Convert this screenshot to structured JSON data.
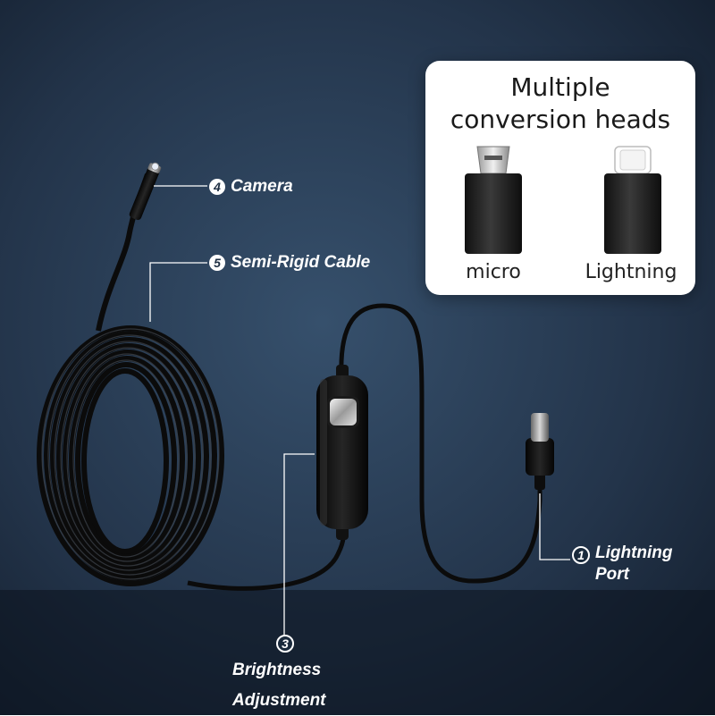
{
  "panel": {
    "title_line1": "Multiple",
    "title_line2": "conversion heads",
    "adapters": [
      {
        "label": "micro",
        "icon": "micro-usb-adapter-icon"
      },
      {
        "label": "Lightning",
        "icon": "lightning-adapter-icon"
      }
    ]
  },
  "callouts": [
    {
      "number": "4",
      "label": "Camera"
    },
    {
      "number": "5",
      "label": "Semi-Rigid Cable"
    },
    {
      "number": "1",
      "label_line1": "Lightning",
      "label_line2": "Port"
    },
    {
      "number": "3",
      "label_line1": "Brightness",
      "label_line2": "Adjustment"
    }
  ],
  "colors": {
    "background_top": "#2c3f58",
    "background_bottom": "#0e1724",
    "cable": "#0b0b0b",
    "panel": "#ffffff"
  }
}
